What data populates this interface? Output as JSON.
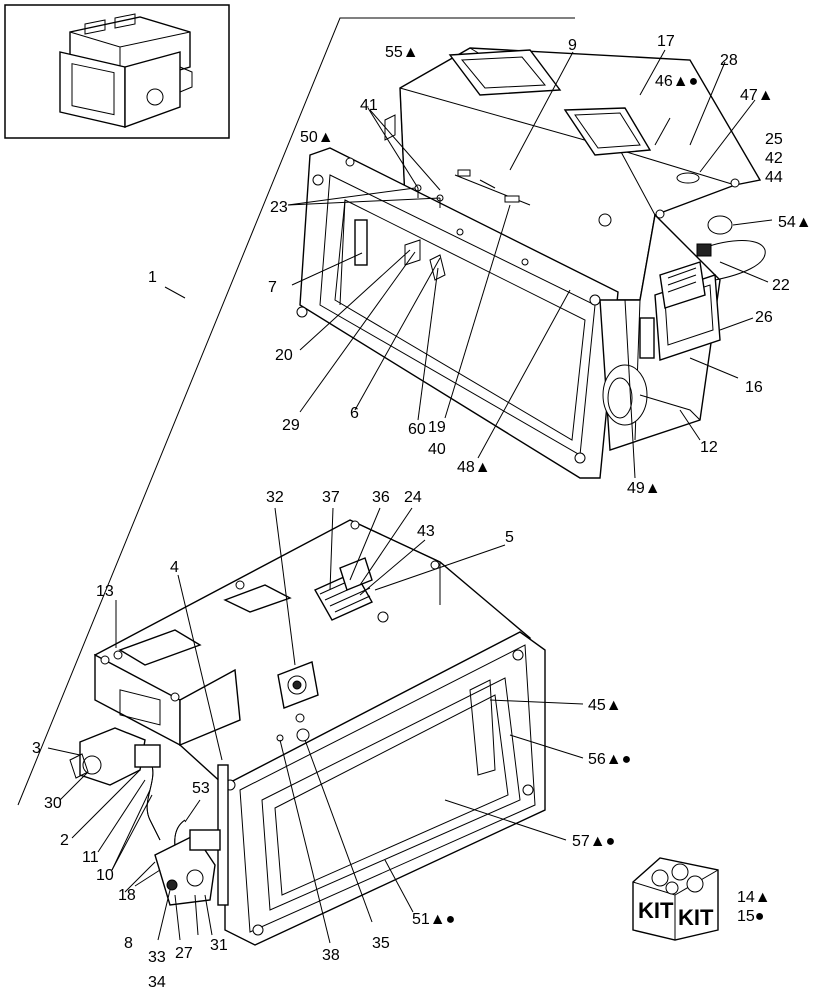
{
  "kit_labels": [
    "KIT",
    "KIT"
  ],
  "callouts": [
    {
      "id": "c9",
      "text": "9"
    },
    {
      "id": "c17",
      "text": "17"
    },
    {
      "id": "c55",
      "text": "55▲"
    },
    {
      "id": "c46",
      "text": "46▲●"
    },
    {
      "id": "c28",
      "text": "28"
    },
    {
      "id": "c47",
      "text": "47▲"
    },
    {
      "id": "c41",
      "text": "41"
    },
    {
      "id": "c50",
      "text": "50▲"
    },
    {
      "id": "c25",
      "text": "25"
    },
    {
      "id": "c42",
      "text": "42"
    },
    {
      "id": "c44",
      "text": "44"
    },
    {
      "id": "c23",
      "text": "23"
    },
    {
      "id": "c54",
      "text": "54▲"
    },
    {
      "id": "c7",
      "text": "7"
    },
    {
      "id": "c1",
      "text": "1"
    },
    {
      "id": "c22",
      "text": "22"
    },
    {
      "id": "c26",
      "text": "26"
    },
    {
      "id": "c20",
      "text": "20"
    },
    {
      "id": "c16",
      "text": "16"
    },
    {
      "id": "c12",
      "text": "12"
    },
    {
      "id": "c29",
      "text": "29"
    },
    {
      "id": "c6",
      "text": "6"
    },
    {
      "id": "c60",
      "text": "60"
    },
    {
      "id": "c19",
      "text": "19"
    },
    {
      "id": "c40",
      "text": "40"
    },
    {
      "id": "c48",
      "text": "48▲"
    },
    {
      "id": "c49",
      "text": "49▲"
    },
    {
      "id": "c32",
      "text": "32"
    },
    {
      "id": "c37",
      "text": "37"
    },
    {
      "id": "c36",
      "text": "36"
    },
    {
      "id": "c24",
      "text": "24"
    },
    {
      "id": "c43",
      "text": "43"
    },
    {
      "id": "c5",
      "text": "5"
    },
    {
      "id": "c4",
      "text": "4"
    },
    {
      "id": "c13",
      "text": "13"
    },
    {
      "id": "c45",
      "text": "45▲"
    },
    {
      "id": "c3",
      "text": "3"
    },
    {
      "id": "c56",
      "text": "56▲●"
    },
    {
      "id": "c53",
      "text": "53"
    },
    {
      "id": "c30",
      "text": "30"
    },
    {
      "id": "c2",
      "text": "2"
    },
    {
      "id": "c11",
      "text": "11"
    },
    {
      "id": "c57",
      "text": "57▲●"
    },
    {
      "id": "c10",
      "text": "10"
    },
    {
      "id": "c18",
      "text": "18"
    },
    {
      "id": "c51",
      "text": "51▲●"
    },
    {
      "id": "c8",
      "text": "8"
    },
    {
      "id": "c33",
      "text": "33"
    },
    {
      "id": "c27",
      "text": "27"
    },
    {
      "id": "c31",
      "text": "31"
    },
    {
      "id": "c38",
      "text": "38"
    },
    {
      "id": "c35",
      "text": "35"
    },
    {
      "id": "c34",
      "text": "34"
    },
    {
      "id": "c14",
      "text": "14▲"
    },
    {
      "id": "c15",
      "text": "15●"
    }
  ]
}
